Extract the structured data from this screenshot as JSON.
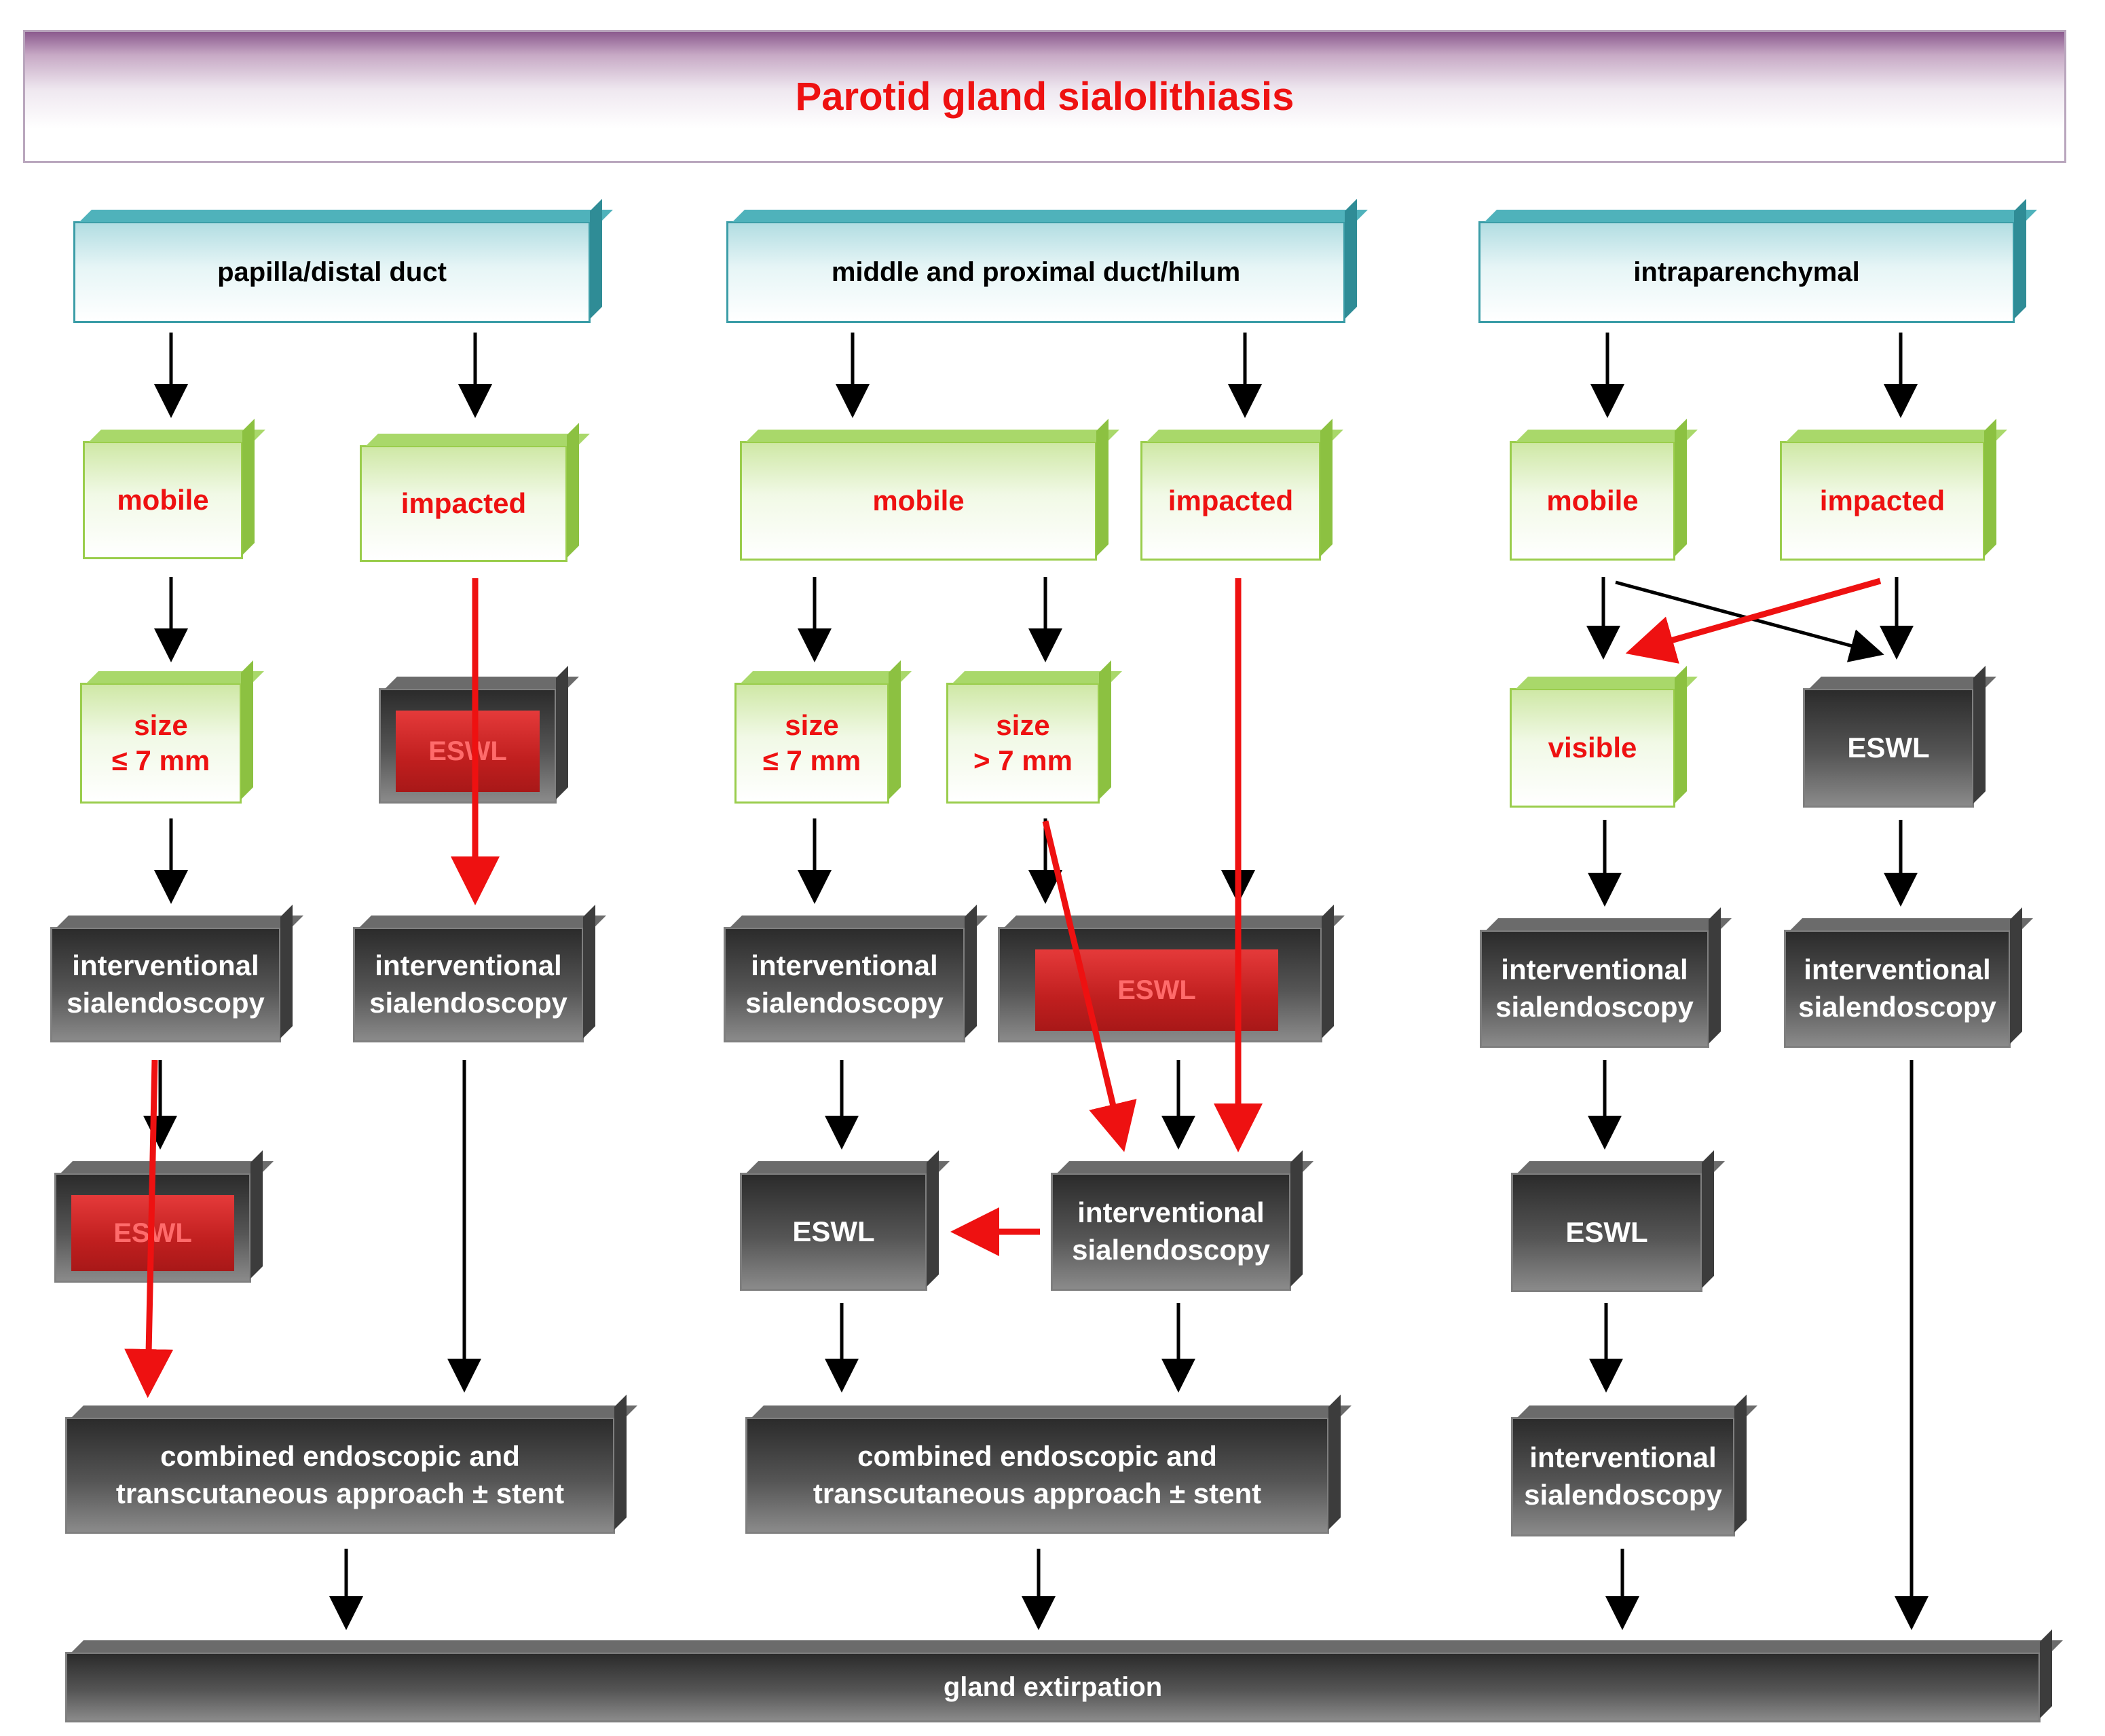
{
  "title": "Parotid gland sialolithiasis",
  "colors": {
    "title_red": "#ee1111",
    "arrow_red": "#ee1111",
    "arrow_black": "#000000",
    "teal": "#3b9da7",
    "green": "#9acd4c",
    "dark": "#555555"
  },
  "columns": {
    "left": {
      "header": "papilla/distal duct",
      "mobile": "mobile",
      "impacted": "impacted",
      "size_small": "size\n≤ 7 mm",
      "eswl_top": "ESWL",
      "is_mobile": "interventional\nsialendoscopy",
      "is_impacted": "interventional\nsialendoscopy",
      "eswl_bottom": "ESWL",
      "combined": "combined endoscopic and\ntranscutaneous approach    ± stent"
    },
    "middle": {
      "header": "middle and proximal duct/hilum",
      "mobile": "mobile",
      "impacted": "impacted",
      "size_small": "size\n≤ 7 mm",
      "size_large": "size\n> 7 mm",
      "is_small": "interventional\nsialendoscopy",
      "eswl_red": "ESWL",
      "eswl": "ESWL",
      "is_center": "interventional\nsialendoscopy",
      "combined": "combined endoscopic and\ntranscutaneous approach    ± stent"
    },
    "right": {
      "header": "intraparenchymal",
      "mobile": "mobile",
      "impacted": "impacted",
      "visible": "visible",
      "eswl": "ESWL",
      "is_visible": "interventional\nsialendoscopy",
      "is_eswl": "interventional\nsialendoscopy",
      "eswl_second": "ESWL",
      "is_final": "interventional\nsialendoscopy"
    }
  },
  "footer": "gland extirpation"
}
